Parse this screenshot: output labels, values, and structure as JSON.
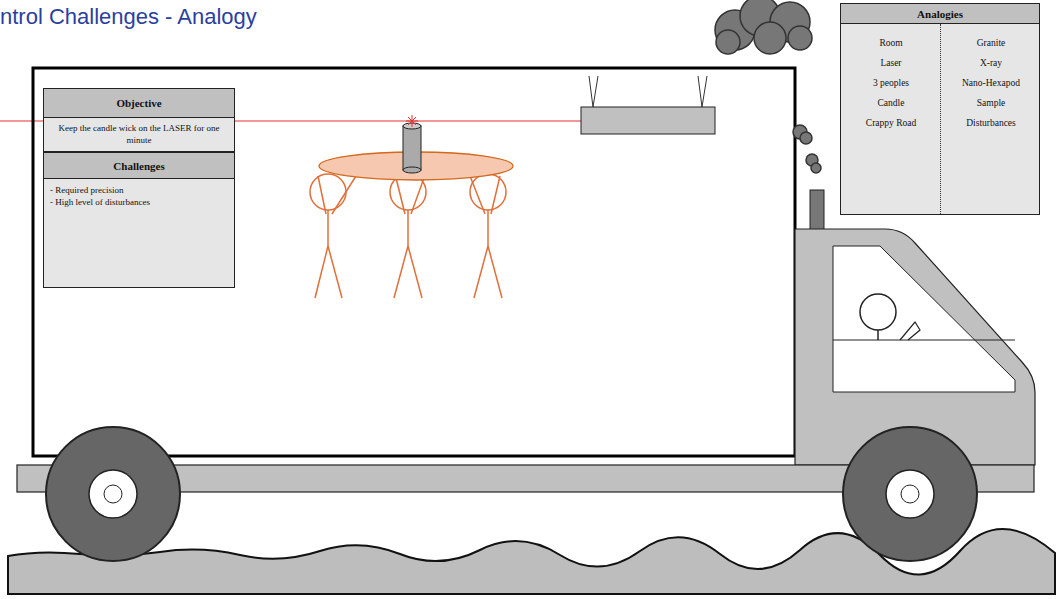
{
  "diagram": {
    "title": "ntrol Challenges - Analogy",
    "nodes": [
      {
        "text": [
          "Objective",
          "Keep the candle wick on the LASER for one minute"
        ]
      },
      {
        "text": [
          "Challenges",
          "- Required precision",
          "- High level of disturbances"
        ]
      },
      {
        "text": [
          "Analogies",
          "Room",
          "Granite",
          "Laser",
          "X-ray",
          "3 peoples",
          "Nano-Hexapod",
          "Candle",
          "Sample",
          "Crappy Road",
          "Disturbances"
        ]
      }
    ]
  }
}
